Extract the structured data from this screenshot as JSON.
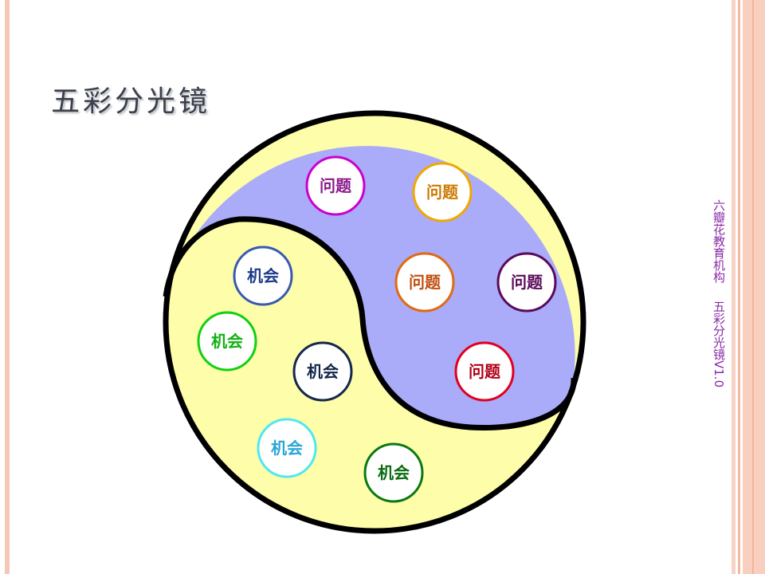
{
  "title": "五彩分光镜",
  "footer": {
    "organization": "六瓣花教育机构",
    "product": "五彩分光镜V1.0"
  },
  "colors": {
    "problem_region": "#aaabf9",
    "opportunity_region": "#fdfdaa",
    "outline": "#000000",
    "accent_border": "#f6c7b8"
  },
  "problems": [
    {
      "label": "问题",
      "color": "#cc00cc",
      "text_color": "#8b1a8b"
    },
    {
      "label": "问题",
      "color": "#f0a800",
      "text_color": "#cc7a00"
    },
    {
      "label": "问题",
      "color": "#e06a10",
      "text_color": "#c05010"
    },
    {
      "label": "问题",
      "color": "#5a0a5a",
      "text_color": "#5a0a5a"
    },
    {
      "label": "问题",
      "color": "#e00020",
      "text_color": "#b00018"
    }
  ],
  "opportunities": [
    {
      "label": "机会",
      "color": "#3a5ab0",
      "text_color": "#1c3a8a"
    },
    {
      "label": "机会",
      "color": "#12d012",
      "text_color": "#12b012"
    },
    {
      "label": "机会",
      "color": "#14284a",
      "text_color": "#14284a"
    },
    {
      "label": "机会",
      "color": "#50e8f0",
      "text_color": "#2aa6d6"
    },
    {
      "label": "机会",
      "color": "#0a7a10",
      "text_color": "#0a6a10"
    }
  ]
}
